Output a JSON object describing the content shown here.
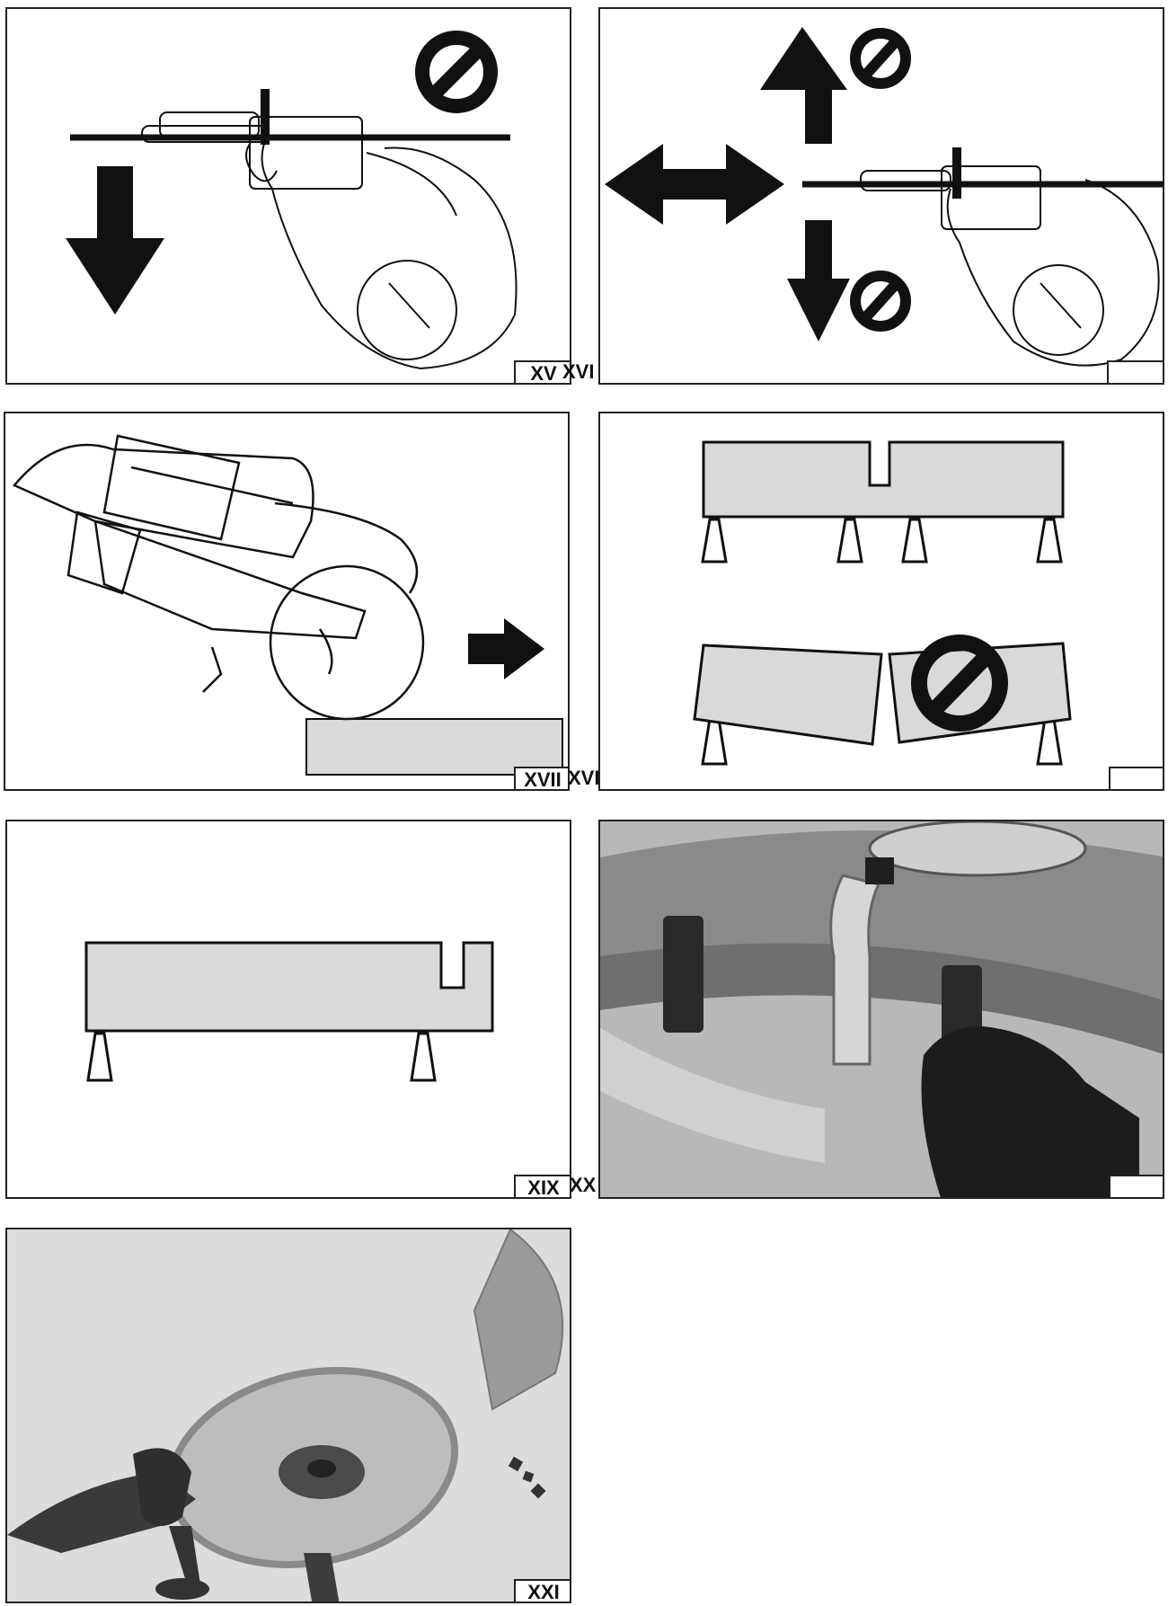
{
  "figures": {
    "xv": {
      "label": "XV",
      "prohibited": true,
      "arrow": "down"
    },
    "xvi": {
      "label": "XVI",
      "prohibited_directions": [
        "up",
        "down"
      ],
      "allowed_direction": "horizontal"
    },
    "xvii": {
      "label": "XVII",
      "arrow": "right"
    },
    "xviii": {
      "label": "XVIII",
      "prohibited": true
    },
    "xix": {
      "label": "XIX"
    },
    "xx": {
      "label": "XX"
    },
    "xxi": {
      "label": "XXI"
    }
  },
  "colors": {
    "line": "#111111",
    "block_fill": "#d9d9d9",
    "photo_dark": "#3a3a3a",
    "photo_mid": "#8c8c8c",
    "photo_light": "#cfcfcf"
  }
}
